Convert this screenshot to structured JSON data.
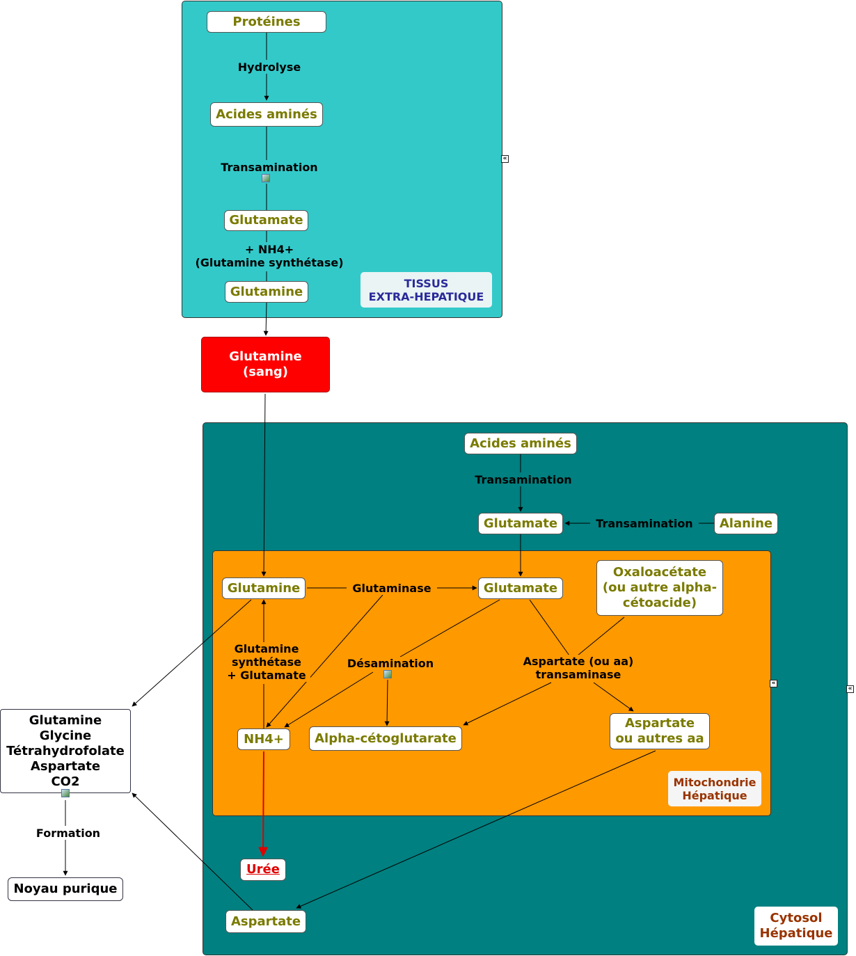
{
  "regions": {
    "extra_hepatic": {
      "label": "TISSUS\nEXTRA-HEPATIQUE",
      "color": "#33c9c9"
    },
    "blood": {
      "label": "Glutamine\n(sang)",
      "color": "#ff0000"
    },
    "cytosol": {
      "label": "Cytosol\nHépatique",
      "color": "#008080"
    },
    "mitochondria": {
      "label": "Mitochondrie\nHépatique",
      "color": "#ff9900"
    }
  },
  "nodes": {
    "proteines": "Protéines",
    "acides_amines_1": "Acides aminés",
    "glutamate_1": "Glutamate",
    "glutamine_1": "Glutamine",
    "acides_amines_2": "Acides aminés",
    "glutamate_2": "Glutamate",
    "alanine": "Alanine",
    "glutamine_2": "Glutamine",
    "glutamate_3": "Glutamate",
    "oxaloacetate": "Oxaloacétate\n(ou autre alpha-\ncétoacide)",
    "nh4": "NH4+",
    "alpha_cetoglutarate": "Alpha-cétoglutarate",
    "aspartate_aa": "Aspartate\nou autres aa",
    "uree": "Urée",
    "aspartate": "Aspartate",
    "purine_precursors": "Glutamine\nGlycine\nTétrahydrofolate\nAspartate\nCO2",
    "noyau_purique": "Noyau purique"
  },
  "labels": {
    "hydrolyse": "Hydrolyse",
    "transamination_1": "Transamination",
    "nh4_synthetase": "+ NH4+\n(Glutamine synthétase)",
    "transamination_2": "Transamination",
    "transamination_3": "Transamination",
    "glutaminase": "Glutaminase",
    "glutamine_synthetase": "Glutamine\nsynthétase\n+ Glutamate",
    "desamination": "Désamination",
    "aspartate_transaminase": "Aspartate (ou aa)\ntransaminase",
    "formation": "Formation"
  },
  "colors": {
    "node_text": "#7a7a00",
    "region_tag_text_tissus": "#2a2a9a",
    "region_tag_text_brown": "#993300",
    "uree_text": "#e00000",
    "arrow_red": "#e00000"
  },
  "icons": [
    "picture-icon",
    "collapse-icon"
  ]
}
